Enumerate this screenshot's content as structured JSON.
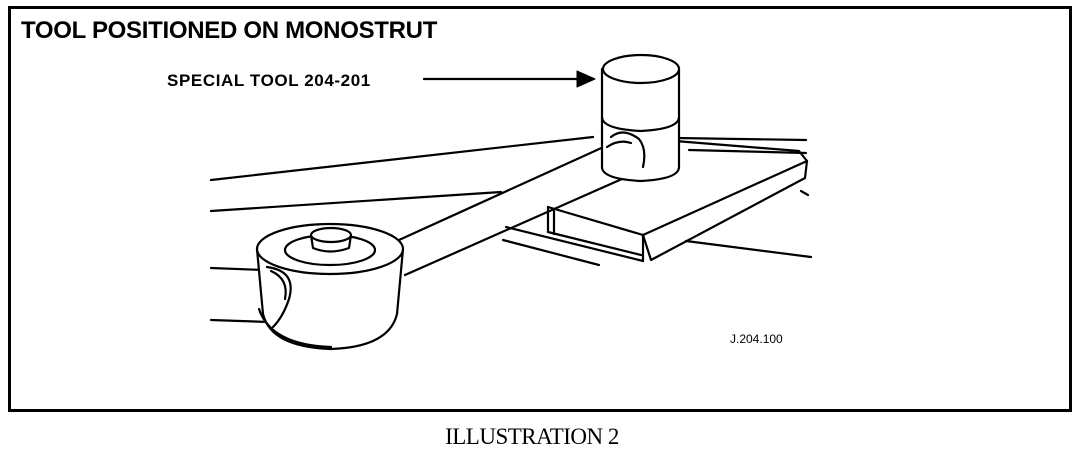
{
  "figure": {
    "title": "TOOL POSITIONED ON MONOSTRUT",
    "callout": "SPECIAL TOOL 204-201",
    "drawing_ref": "J.204.100",
    "caption": "ILLUSTRATION 2"
  },
  "colors": {
    "ink": "#000000",
    "paper": "#ffffff"
  }
}
